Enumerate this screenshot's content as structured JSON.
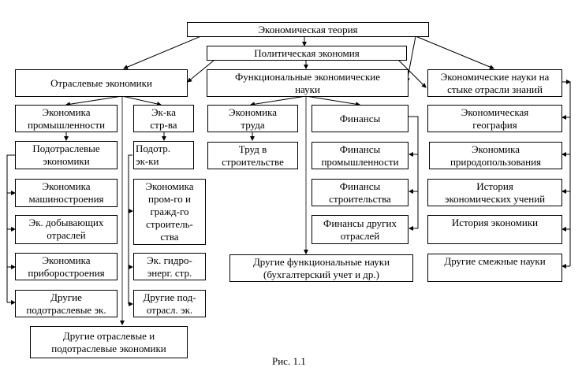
{
  "diagram": {
    "root": "Экономическая теория",
    "political_economy": "Политическая экономия",
    "columns": {
      "sectoral": {
        "title": "Отраслевые экономики",
        "industry": {
          "title": "Экономика\nпромышленности",
          "sub": "Подотраслевые\nэкономики",
          "items": [
            "Экономика\nмашиностроения",
            "Эк. добывающих\nотраслей",
            "Экономика\nприборостроения",
            "Другие\nподотраслевые эк."
          ]
        },
        "construction": {
          "title": "Эк-ка\nстр-ва",
          "sub": "Подотр.\nэк-ки",
          "items": [
            "Экономика\nпром-го и\nгражд-го\nстроитель-\nства",
            "Эк. гидро-\nэнерг. стр.",
            "Другие под-\nотрасл. эк."
          ]
        },
        "other": "Другие отраслевые и\nподотраслевые экономики"
      },
      "functional": {
        "title": "Функциональные экономические\nнауки",
        "labor": {
          "title": "Экономика\nтруда",
          "sub": "Труд в\nстроительстве"
        },
        "finance": {
          "title": "Финансы",
          "items": [
            "Финансы\nпромышленности",
            "Финансы\nстроительства",
            "Финансы других\nотраслей"
          ]
        },
        "other": "Другие функциональные науки\n(бухгалтерский учет и др.)"
      },
      "interdisciplinary": {
        "title": "Экономические науки на\nстыке отрасли знаний",
        "items": [
          "Экономическая\nгеография",
          "Экономика\nприродопользования",
          "История\nэкономических учений",
          "История экономики",
          "Другие смежные науки"
        ]
      }
    },
    "caption": "Рис. 1.1"
  },
  "colors": {
    "line": "#000000",
    "trunk": "#9a9a9a",
    "box_border": "#000000"
  }
}
